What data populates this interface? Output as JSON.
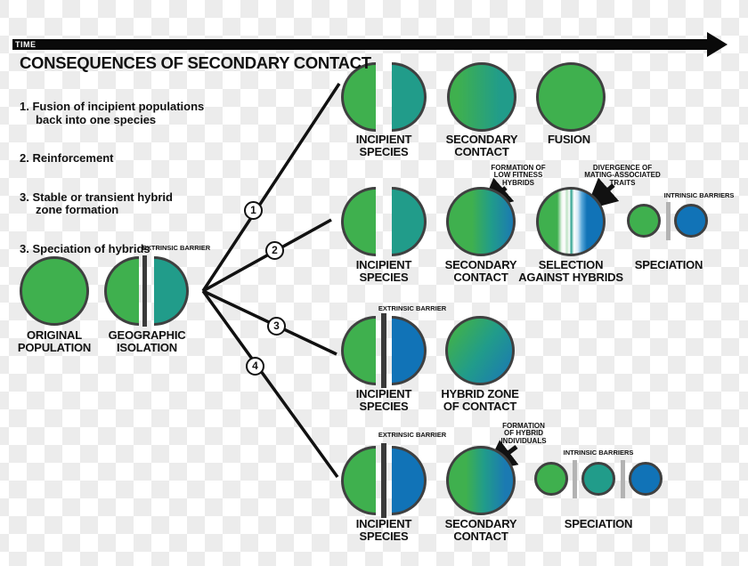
{
  "colors": {
    "green": "#3fb04e",
    "teal": "#219c8a",
    "blue": "#1173b7",
    "outline": "#3f4040",
    "barrier_dark": "#3a3a3a",
    "barrier_light": "#b3b3b3"
  },
  "time_arrow": {
    "label": "TIME"
  },
  "title": "CONSEQUENCES OF SECONDARY CONTACT",
  "list": [
    "1. Fusion of incipient populations\n     back into one species",
    "2. Reinforcement",
    "3. Stable or transient hybrid\n     zone formation",
    "3. Speciation of hybrids"
  ],
  "origin": {
    "original_population_label": "ORIGINAL\nPOPULATION",
    "geographic_isolation_label": "GEOGRAPHIC\nISOLATION",
    "extrinsic_barrier_label": "EXTRINSIC BARRIER"
  },
  "branch_numbers": [
    "1",
    "2",
    "3",
    "4"
  ],
  "row1": {
    "incipient_label": "INCIPIENT\nSPECIES",
    "secondary_label": "SECONDARY\nCONTACT",
    "fusion_label": "FUSION"
  },
  "row2": {
    "incipient_label": "INCIPIENT\nSPECIES",
    "secondary_label": "SECONDARY\nCONTACT",
    "annotation_secondary": "FORMATION OF\nLOW FITNESS\nHYBRIDS",
    "selection_label": "SELECTION\nAGAINST HYBRIDS",
    "annotation_selection": "DIVERGENCE OF\nMATING-ASSOCIATED\nTRAITS",
    "intrinsic_label": "INTRINSIC BARRIERS",
    "speciation_label": "SPECIATION"
  },
  "row3": {
    "extrinsic_barrier_label": "EXTRINSIC BARRIER",
    "incipient_label": "INCIPIENT\nSPECIES",
    "hybrid_zone_label": "HYBRID ZONE\nOF CONTACT"
  },
  "row4": {
    "extrinsic_barrier_label": "EXTRINSIC BARRIER",
    "incipient_label": "INCIPIENT\nSPECIES",
    "secondary_label": "SECONDARY\nCONTACT",
    "annotation_secondary": "FORMATION\nOF HYBRID\nINDIVIDUALS",
    "intrinsic_label": "INTRINSIC BARRIERS",
    "speciation_label": "SPECIATION"
  }
}
